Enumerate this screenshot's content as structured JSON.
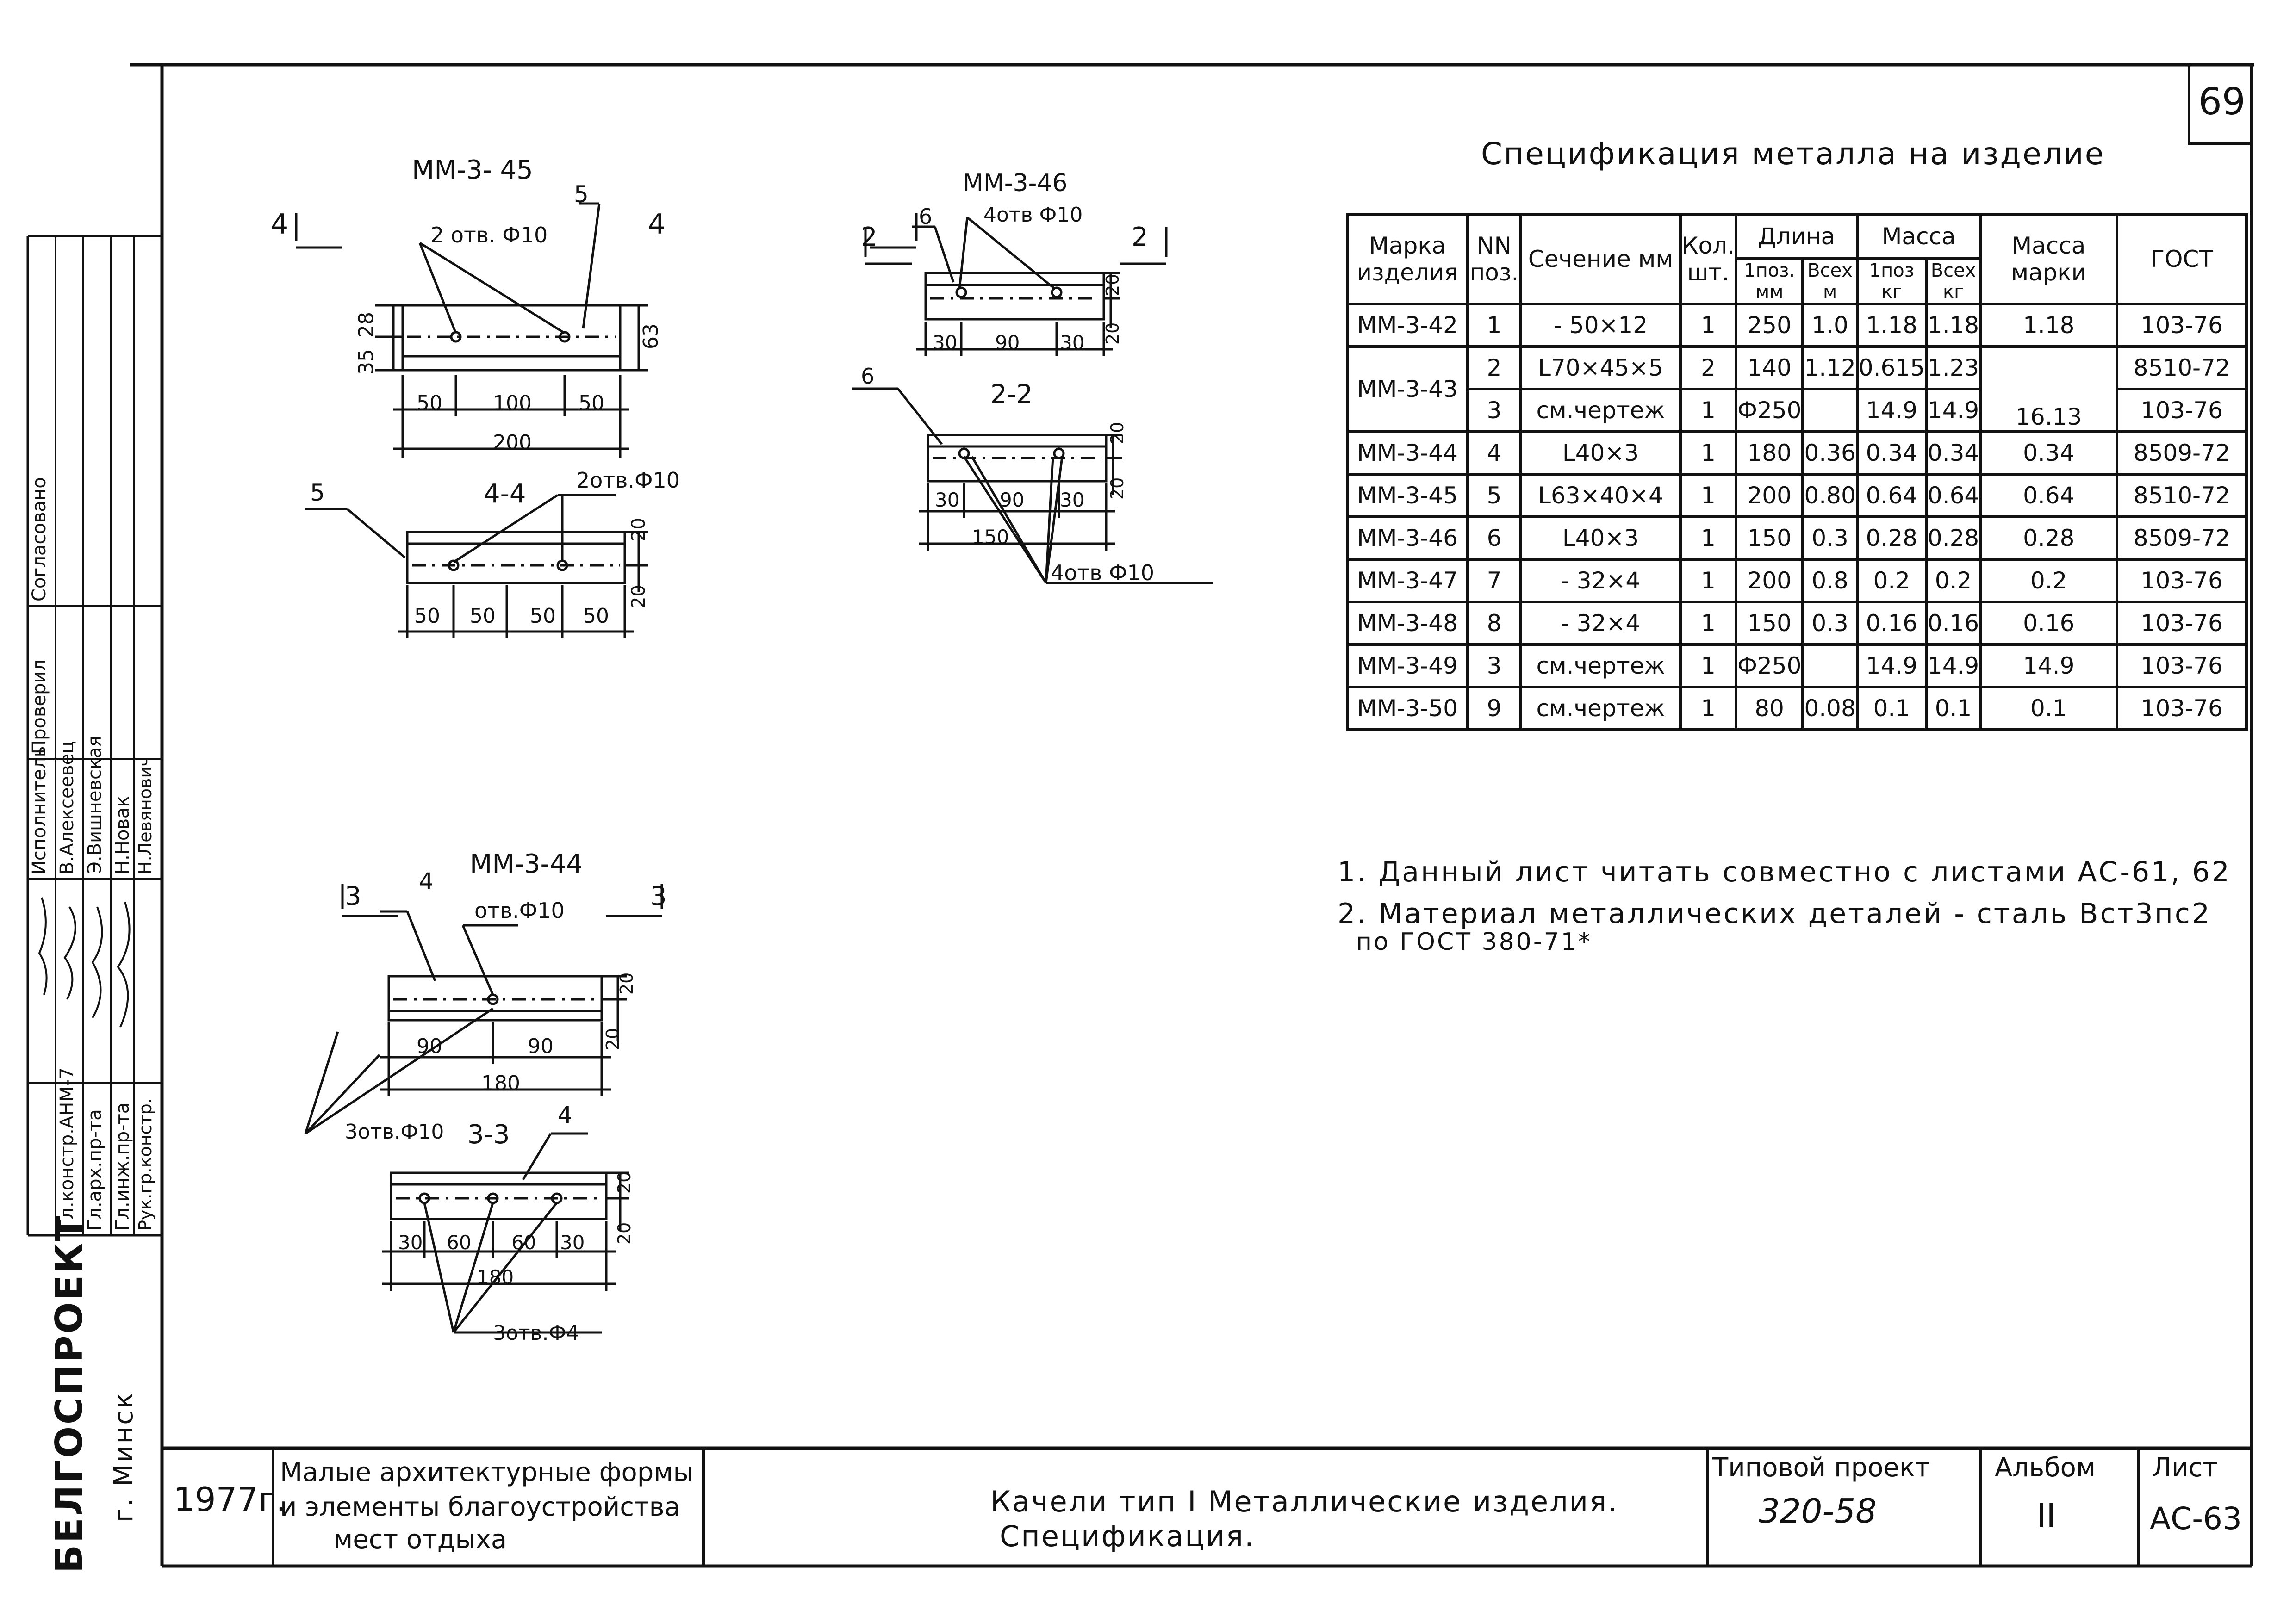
{
  "sheet_number": "69",
  "spec": {
    "title": "Спецификация металла на изделие",
    "headers": {
      "mark": "Марка изделия",
      "pos": "NN поз.",
      "section": "Сечение мм",
      "qty": "Кол. шт.",
      "length": "Длина",
      "length_one": "1поз. мм",
      "length_all": "Всех м",
      "mass": "Масса",
      "mass_one": "1поз кг",
      "mass_all": "Всех кг",
      "mass_mark": "Масса марки",
      "gost": "ГОСТ"
    },
    "rows": [
      {
        "mark": "ММ-3-42",
        "pos": "1",
        "section": "- 50×12",
        "qty": "1",
        "len_one": "250",
        "len_all": "1.0",
        "mass_one": "1.18",
        "mass_all": "1.18",
        "mass_mark": "1.18",
        "gost": "103-76"
      },
      {
        "mark": "ММ-3-43",
        "pos": "2",
        "section": "L70×45×5",
        "qty": "2",
        "len_one": "140",
        "len_all": "1.12",
        "mass_one": "0.615",
        "mass_all": "1.23",
        "mass_mark": "",
        "gost": "8510-72"
      },
      {
        "mark": "",
        "pos": "3",
        "section": "см.чертеж",
        "qty": "1",
        "len_one": "Ф250",
        "len_all": "",
        "mass_one": "14.9",
        "mass_all": "14.9",
        "mass_mark": "16.13",
        "gost": "103-76"
      },
      {
        "mark": "ММ-3-44",
        "pos": "4",
        "section": "L40×3",
        "qty": "1",
        "len_one": "180",
        "len_all": "0.36",
        "mass_one": "0.34",
        "mass_all": "0.34",
        "mass_mark": "0.34",
        "gost": "8509-72"
      },
      {
        "mark": "ММ-3-45",
        "pos": "5",
        "section": "L63×40×4",
        "qty": "1",
        "len_one": "200",
        "len_all": "0.80",
        "mass_one": "0.64",
        "mass_all": "0.64",
        "mass_mark": "0.64",
        "gost": "8510-72"
      },
      {
        "mark": "ММ-3-46",
        "pos": "6",
        "section": "L40×3",
        "qty": "1",
        "len_one": "150",
        "len_all": "0.3",
        "mass_one": "0.28",
        "mass_all": "0.28",
        "mass_mark": "0.28",
        "gost": "8509-72"
      },
      {
        "mark": "ММ-3-47",
        "pos": "7",
        "section": "- 32×4",
        "qty": "1",
        "len_one": "200",
        "len_all": "0.8",
        "mass_one": "0.2",
        "mass_all": "0.2",
        "mass_mark": "0.2",
        "gost": "103-76"
      },
      {
        "mark": "ММ-3-48",
        "pos": "8",
        "section": "- 32×4",
        "qty": "1",
        "len_one": "150",
        "len_all": "0.3",
        "mass_one": "0.16",
        "mass_all": "0.16",
        "mass_mark": "0.16",
        "gost": "103-76"
      },
      {
        "mark": "ММ-3-49",
        "pos": "3",
        "section": "см.чертеж",
        "qty": "1",
        "len_one": "Ф250",
        "len_all": "",
        "mass_one": "14.9",
        "mass_all": "14.9",
        "mass_mark": "14.9",
        "gost": "103-76"
      },
      {
        "mark": "ММ-3-50",
        "pos": "9",
        "section": "см.чертеж",
        "qty": "1",
        "len_one": "80",
        "len_all": "0.08",
        "mass_one": "0.1",
        "mass_all": "0.1",
        "mass_mark": "0.1",
        "gost": "103-76"
      }
    ]
  },
  "notes": {
    "n1": "1. Данный лист читать совместно с листами АС-61, 62",
    "n2a": "2. Материал металлических деталей - сталь Вст3пс2",
    "n2b": "по ГОСТ 380-71*"
  },
  "drawings": {
    "mm345": {
      "title": "ММ-3- 45",
      "cut_left": "4",
      "cut_right": "4",
      "pos": "5",
      "holes": "2 отв. Ф10",
      "h1": "35",
      "h2": "28",
      "h3": "63",
      "d1": "50",
      "d2": "100",
      "d3": "50",
      "total": "200"
    },
    "sec44": {
      "title": "4-4",
      "pos": "5",
      "holes": "2отв.Ф10",
      "v1": "20",
      "v2": "20",
      "d1": "50",
      "d2": "50",
      "d3": "50",
      "d4": "50"
    },
    "mm346": {
      "title": "ММ-3-46",
      "cut_left": "2",
      "cut_right": "2",
      "pos": "6",
      "holes": "4отв Ф10",
      "v1": "20",
      "v2": "20",
      "d1": "30",
      "d2": "90",
      "d3": "30"
    },
    "sec22": {
      "title": "2-2",
      "pos": "6",
      "holes": "4отв Ф10",
      "v1": "20",
      "v2": "20",
      "d1": "30",
      "d2": "90",
      "d3": "30",
      "total": "150"
    },
    "mm344": {
      "title": "ММ-3-44",
      "cut_left": "3",
      "cut_right": "3",
      "pos": "4",
      "holes": "отв.Ф10",
      "v1": "20",
      "v2": "20",
      "d1": "90",
      "d2": "90",
      "total": "180"
    },
    "sec33": {
      "title": "3-3",
      "pos": "4",
      "holes_top": "3отв.Ф10",
      "holes_bottom": "3отв.Ф4",
      "v1": "20",
      "v2": "20",
      "d1": "30",
      "d2": "60",
      "d3": "60",
      "d4": "30",
      "total": "180"
    }
  },
  "stamp": {
    "org": "БЕЛГОСПРОЕКТ",
    "city": "г. Минск",
    "roles": [
      "Гл.констр.АНМ-7",
      "Гл.арх.пр-та",
      "Гл.инж.пр-та",
      "Рук.гр.констр."
    ],
    "names": [
      "В.Алексеевец",
      "Э.Вишневская",
      "Н.Новак",
      "Н.Левянович"
    ],
    "partial_top": "Исполнитель",
    "partial_mid": "Проверил",
    "partial_right": "Согласовано"
  },
  "titleblock": {
    "year": "1977г.",
    "project_desc_1": "Малые архитектурные формы",
    "project_desc_2": "и элементы благоустройства",
    "project_desc_3": "мест отдыха",
    "sheet_title_1": "Качели тип I  Металлические изделия.",
    "sheet_title_2": "Спецификация.",
    "type_label": "Типовой проект",
    "type_value": "320-58",
    "album_label": "Альбом",
    "album_value": "II",
    "sheet_label": "Лист",
    "sheet_value": "АС-63"
  }
}
